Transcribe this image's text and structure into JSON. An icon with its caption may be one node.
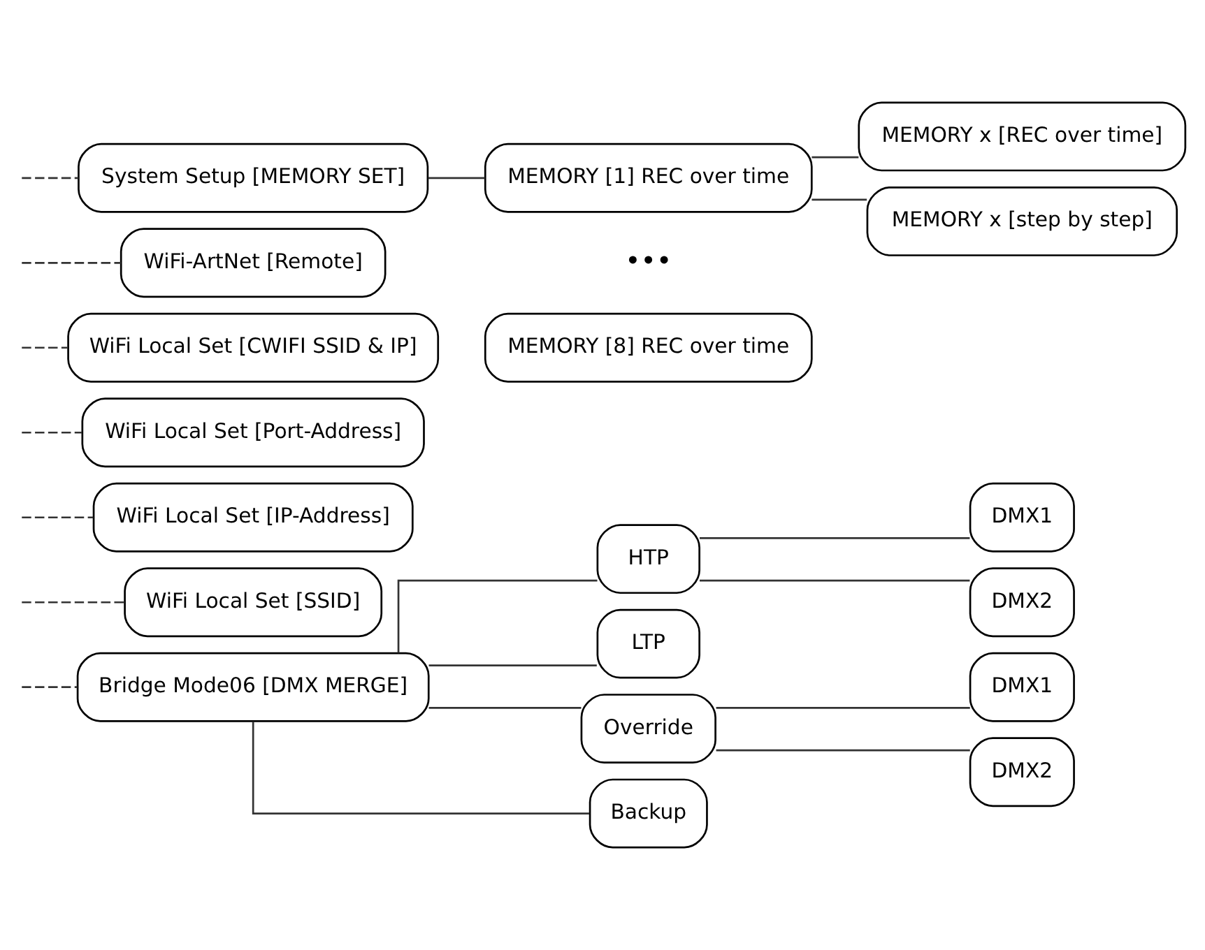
{
  "diagram": {
    "nodes": [
      {
        "text": [
          "Bridge Mode06 [DMX MERGE]"
        ]
      },
      {
        "text": [
          "HTP"
        ]
      },
      {
        "text": [
          "DMX1"
        ]
      },
      {
        "text": [
          "DMX2"
        ]
      },
      {
        "text": [
          "LTP"
        ]
      },
      {
        "text": [
          "Override"
        ]
      },
      {
        "text": [
          "DMX1"
        ]
      },
      {
        "text": [
          "DMX2"
        ]
      },
      {
        "text": [
          "Backup"
        ]
      },
      {
        "text": [
          "WiFi Local Set [SSID]"
        ]
      },
      {
        "text": [
          "WiFi Local Set [IP-Address]"
        ]
      },
      {
        "text": [
          "WiFi Local Set [Port-Address]"
        ]
      },
      {
        "text": [
          "WiFi Local Set [CWIFI SSID & IP]"
        ]
      },
      {
        "text": [
          "WiFi-ArtNet [Remote]"
        ]
      },
      {
        "text": [
          "System Setup [MEMORY SET]"
        ]
      },
      {
        "text": [
          "MEMORY [1] REC over time"
        ]
      },
      {
        "text": [
          "MEMORY [8] REC over time"
        ]
      },
      {
        "text": [
          "MEMORY x [REC over time]"
        ]
      },
      {
        "text": [
          "MEMORY x [step by step]"
        ]
      }
    ],
    "edges": [
      {
        "from": null,
        "to": 0,
        "arrow": "none",
        "style": "dashed"
      },
      {
        "from": 0,
        "to": 1,
        "arrow": "none"
      },
      {
        "from": 1,
        "to": 2,
        "arrow": "none"
      },
      {
        "from": 1,
        "to": 3,
        "arrow": "none"
      },
      {
        "from": 0,
        "to": 4,
        "arrow": "none"
      },
      {
        "from": 0,
        "to": 5,
        "arrow": "none"
      },
      {
        "from": 5,
        "to": 6,
        "arrow": "none"
      },
      {
        "from": 5,
        "to": 7,
        "arrow": "none"
      },
      {
        "from": 0,
        "to": 8,
        "arrow": "none"
      },
      {
        "from": null,
        "to": 9,
        "arrow": "none",
        "style": "dashed"
      },
      {
        "from": null,
        "to": 10,
        "arrow": "none",
        "style": "dashed"
      },
      {
        "from": null,
        "to": 11,
        "arrow": "none",
        "style": "dashed"
      },
      {
        "from": null,
        "to": 12,
        "arrow": "none",
        "style": "dashed"
      },
      {
        "from": null,
        "to": 13,
        "arrow": "none",
        "style": "dashed"
      },
      {
        "from": null,
        "to": 14,
        "arrow": "none",
        "style": "dashed"
      },
      {
        "from": 14,
        "to": 15,
        "arrow": "none"
      },
      {
        "from": 15,
        "to": 17,
        "arrow": "none"
      },
      {
        "from": 15,
        "to": 18,
        "arrow": "none"
      }
    ],
    "labels": [
      "•••"
    ]
  }
}
